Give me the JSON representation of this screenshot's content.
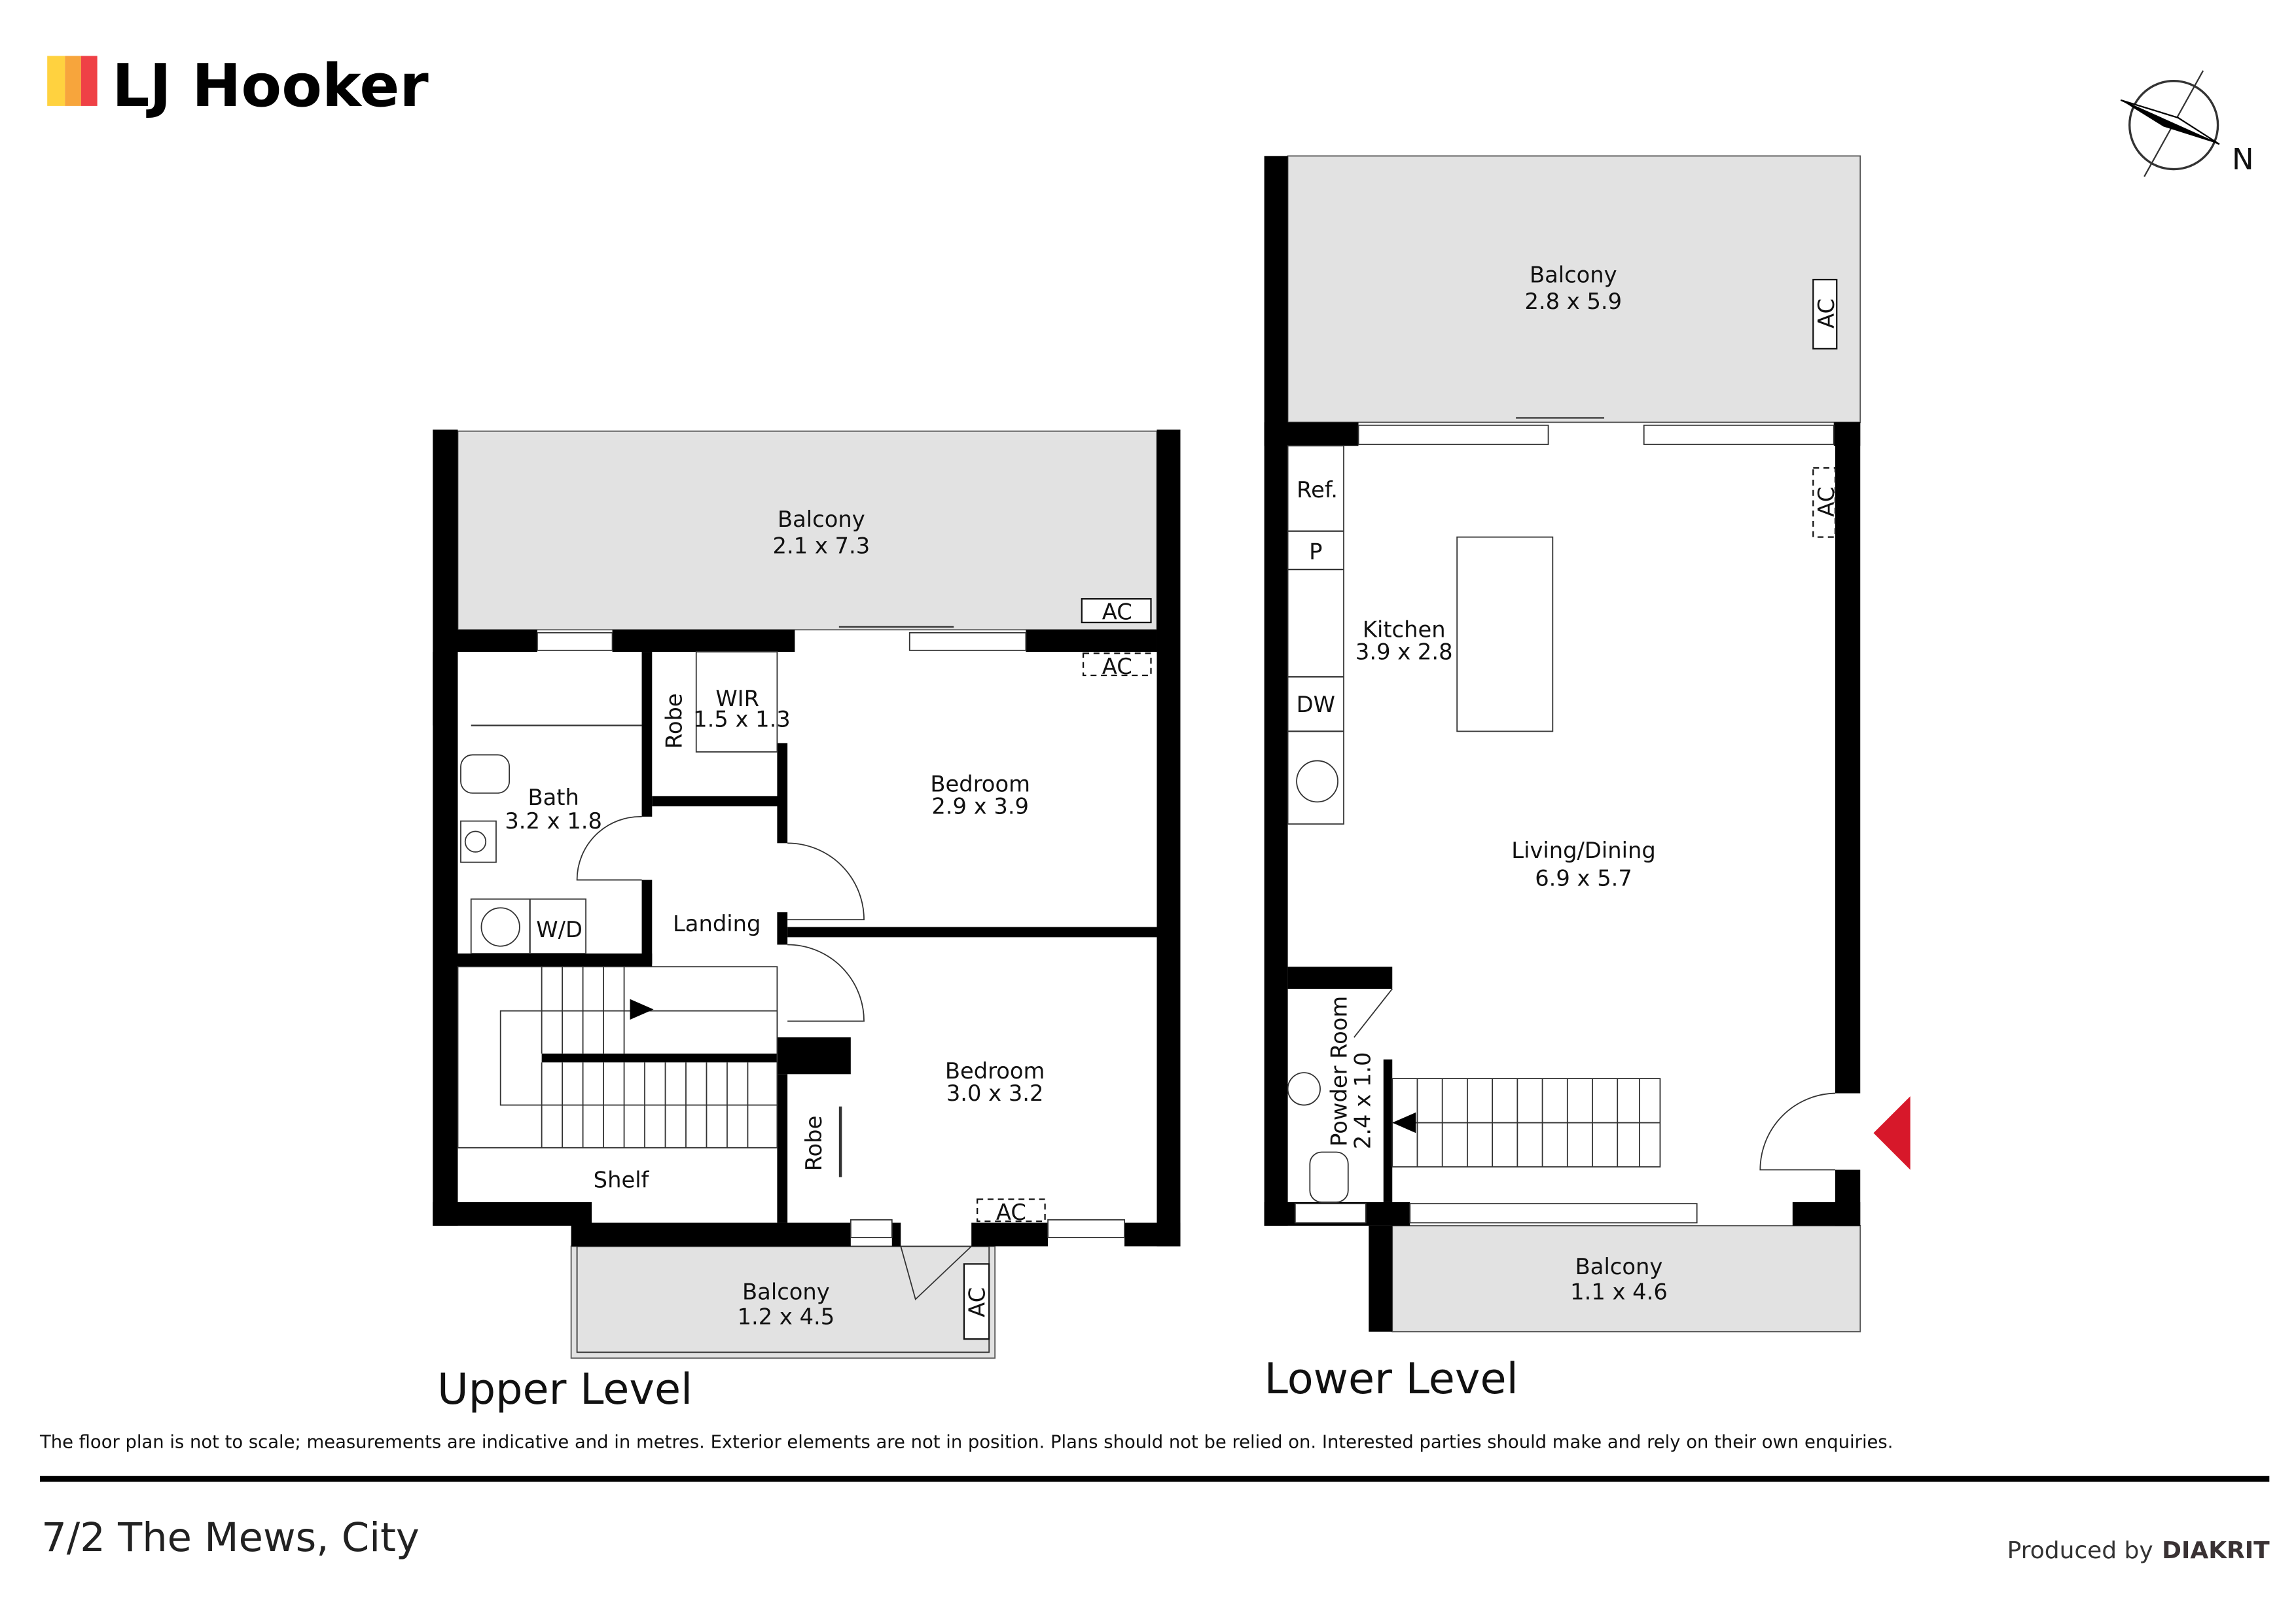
{
  "brand": {
    "name": "LJ Hooker",
    "colors": [
      "#FFD23F",
      "#F7A53C",
      "#EF4146"
    ]
  },
  "compass": {
    "label": "N"
  },
  "upper_level": {
    "title": "Upper Level",
    "rooms": {
      "balcony_top": {
        "name": "Balcony",
        "size": "2.1 x 7.3"
      },
      "wir": {
        "name": "WIR",
        "size": "1.5 x 1.3"
      },
      "robe1": "Robe",
      "bath": {
        "name": "Bath",
        "size": "3.2 x 1.8"
      },
      "bedroom1": {
        "name": "Bedroom",
        "size": "2.9 x 3.9"
      },
      "landing": "Landing",
      "wd": "W/D",
      "bedroom2": {
        "name": "Bedroom",
        "size": "3.0 x 3.2"
      },
      "robe2": "Robe",
      "shelf": "Shelf",
      "balcony_bottom": {
        "name": "Balcony",
        "size": "1.2 x 4.5"
      }
    },
    "ac": "AC"
  },
  "lower_level": {
    "title": "Lower Level",
    "rooms": {
      "balcony_top": {
        "name": "Balcony",
        "size": "2.8 x 5.9"
      },
      "ref": "Ref.",
      "pantry": "P",
      "kitchen": {
        "name": "Kitchen",
        "size": "3.9 x 2.8"
      },
      "dw": "DW",
      "living": {
        "name": "Living/Dining",
        "size": "6.9 x 5.7"
      },
      "powder": {
        "name": "Powder Room",
        "size": "2.4 x 1.0"
      },
      "balcony_bottom": {
        "name": "Balcony",
        "size": "1.1 x 4.6"
      }
    },
    "ac": "AC",
    "entry_marker_color": "#D7182A"
  },
  "disclaimer": "The floor plan is not to scale; measurements are indicative and in metres. Exterior elements are not in position. Plans should not be relied on. Interested parties should make and rely on their own enquiries.",
  "address": "7/2 The Mews, City",
  "producer": {
    "prefix": "Produced by",
    "name": "DIAKRIT"
  }
}
